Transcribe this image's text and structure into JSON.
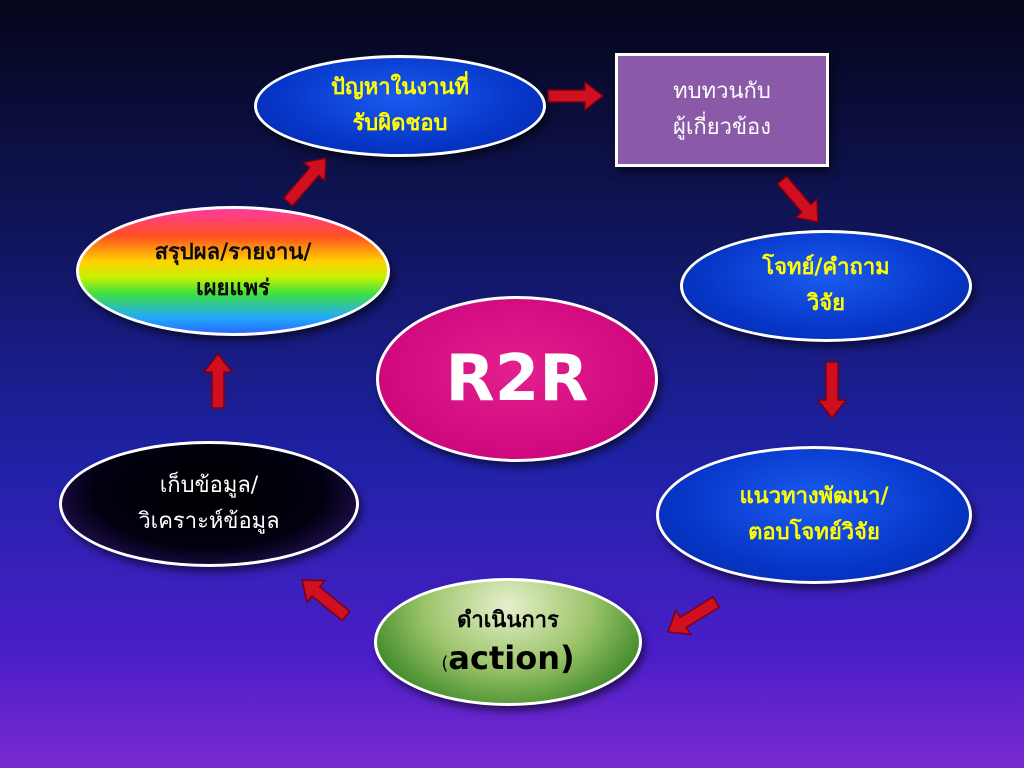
{
  "diagram": {
    "center": "R2R",
    "problem": {
      "line1": "ปัญหาในงานที่",
      "line2": "รับผิดชอบ"
    },
    "review": {
      "line1": "ทบทวนกับ",
      "line2": "ผู้เกี่ยวข้อง"
    },
    "question": {
      "line1": "โจทย์/คำถาม",
      "line2": "วิจัย"
    },
    "development": {
      "line1": "แนวทางพัฒนา/",
      "line2": "ตอบโจทย์วิจัย"
    },
    "action": {
      "line1": "ดำเนินการ",
      "paren_open": "(",
      "word": "action)"
    },
    "collect": {
      "line1": "เก็บข้อมูล/",
      "line2": "วิเคราะห์ข้อมูล"
    },
    "summary": {
      "line1": "สรุปผล/รายงาน/",
      "line2": "เผยแพร่"
    }
  },
  "colors": {
    "arrow": "#d01020",
    "arrow_edge": "#7a0010",
    "node_text_yellow": "#ffff00",
    "center_fill": "#d0087e",
    "review_fill": "#8a5aa8"
  }
}
